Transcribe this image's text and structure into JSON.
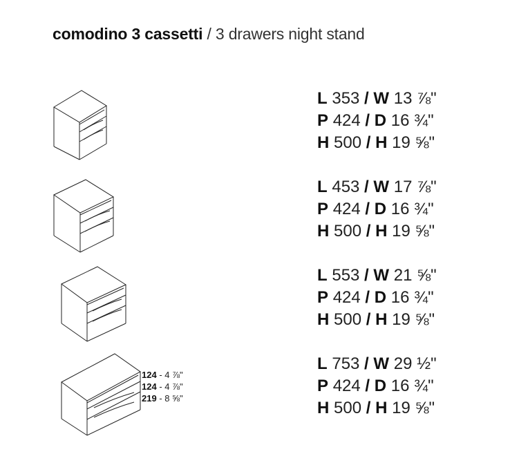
{
  "title": {
    "italian": "comodino 3 cassetti",
    "separator": " / ",
    "english": "3 drawers night stand"
  },
  "models": [
    {
      "rows": [
        {
          "k1": "L",
          "v1": "353",
          "sep": " / ",
          "k2": "W",
          "v2": "13 ⅞\""
        },
        {
          "k1": "P",
          "v1": "424",
          "sep": " / ",
          "k2": "D",
          "v2": "16 ¾\""
        },
        {
          "k1": "H",
          "v1": "500",
          "sep": " / ",
          "k2": "H",
          "v2": "19 ⅝\""
        }
      ]
    },
    {
      "rows": [
        {
          "k1": "L",
          "v1": "453",
          "sep": " / ",
          "k2": "W",
          "v2": "17 ⅞\""
        },
        {
          "k1": "P",
          "v1": "424",
          "sep": " / ",
          "k2": "D",
          "v2": "16 ¾\""
        },
        {
          "k1": "H",
          "v1": "500",
          "sep": " / ",
          "k2": "H",
          "v2": "19 ⅝\""
        }
      ]
    },
    {
      "rows": [
        {
          "k1": "L",
          "v1": "553",
          "sep": " / ",
          "k2": "W",
          "v2": "21 ⅝\""
        },
        {
          "k1": "P",
          "v1": "424",
          "sep": " / ",
          "k2": "D",
          "v2": "16 ¾\""
        },
        {
          "k1": "H",
          "v1": "500",
          "sep": " / ",
          "k2": "H",
          "v2": "19 ⅝\""
        }
      ]
    },
    {
      "rows": [
        {
          "k1": "L",
          "v1": "753",
          "sep": " / ",
          "k2": "W",
          "v2": "29 ½\""
        },
        {
          "k1": "P",
          "v1": "424",
          "sep": " / ",
          "k2": "D",
          "v2": "16 ¾\""
        },
        {
          "k1": "H",
          "v1": "500",
          "sep": " / ",
          "k2": "H",
          "v2": "19 ⅝\""
        }
      ]
    }
  ],
  "drawer_heights": [
    {
      "mm": "124",
      "inch": " - 4 ⅞\""
    },
    {
      "mm": "124",
      "inch": " - 4 ⅞\""
    },
    {
      "mm": "219",
      "inch": " - 8 ⅝\""
    }
  ]
}
